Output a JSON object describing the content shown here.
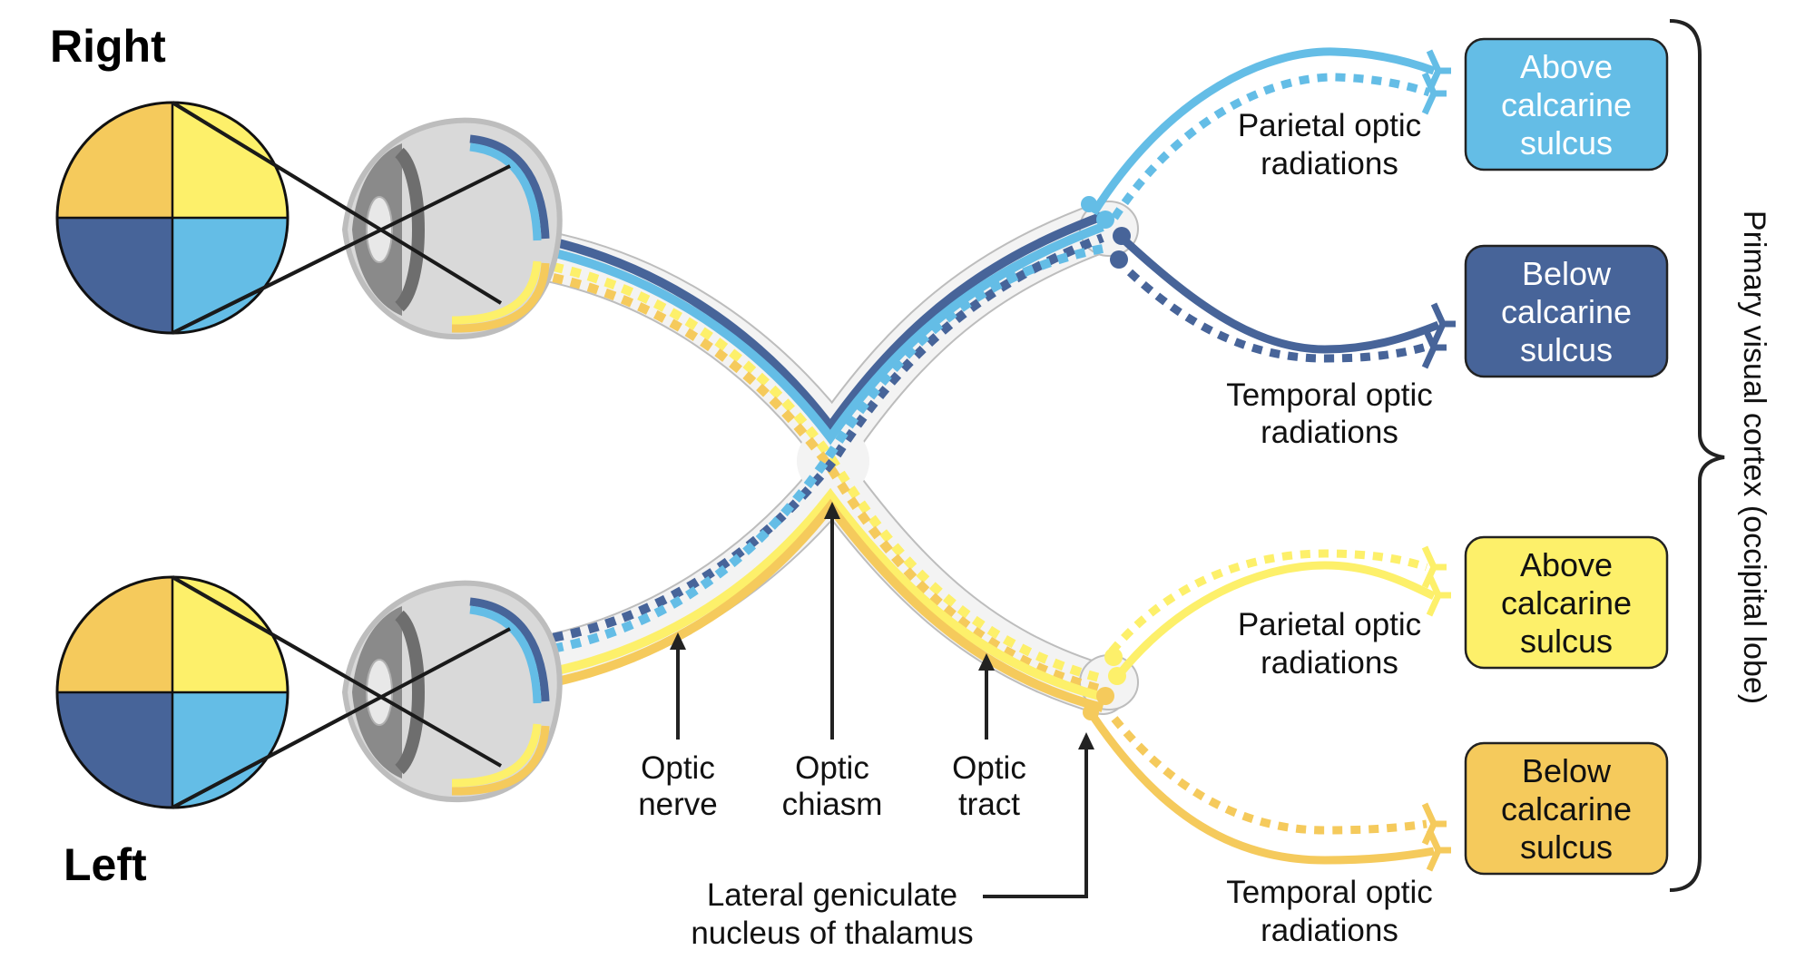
{
  "labels": {
    "right_eye": "Right",
    "left_eye": "Left",
    "optic_nerve": [
      "Optic",
      "nerve"
    ],
    "optic_chiasm": [
      "Optic",
      "chiasm"
    ],
    "optic_tract": [
      "Optic",
      "tract"
    ],
    "lgn": [
      "Lateral geniculate",
      "nucleus of thalamus"
    ],
    "parietal_upper": [
      "Parietal optic",
      "radiations"
    ],
    "temporal_upper": [
      "Temporal optic",
      "radiations"
    ],
    "parietal_lower": [
      "Parietal optic",
      "radiations"
    ],
    "temporal_lower": [
      "Temporal optic",
      "radiations"
    ],
    "cortex": "Primary visual cortex (occipital lobe)"
  },
  "boxes": [
    {
      "lines": [
        "Above",
        "calcarine",
        "sulcus"
      ],
      "fill": "#64bde6",
      "text_color": "#ffffff"
    },
    {
      "lines": [
        "Below",
        "calcarine",
        "sulcus"
      ],
      "fill": "#476499",
      "text_color": "#ffffff"
    },
    {
      "lines": [
        "Above",
        "calcarine",
        "sulcus"
      ],
      "fill": "#fdf06a",
      "text_color": "#111111"
    },
    {
      "lines": [
        "Below",
        "calcarine",
        "sulcus"
      ],
      "fill": "#f5ca5c",
      "text_color": "#111111"
    }
  ],
  "visual_field_quadrants": {
    "upper_left": "#f5ca5c",
    "upper_right": "#fdf06a",
    "lower_left": "#476499",
    "lower_right": "#64bde6"
  },
  "colors": {
    "light_blue": "#64bde6",
    "dark_blue": "#476499",
    "yellow": "#fdf06a",
    "orange": "#f5ca5c",
    "sheath": "#bdbdbd",
    "text": "#111111"
  }
}
